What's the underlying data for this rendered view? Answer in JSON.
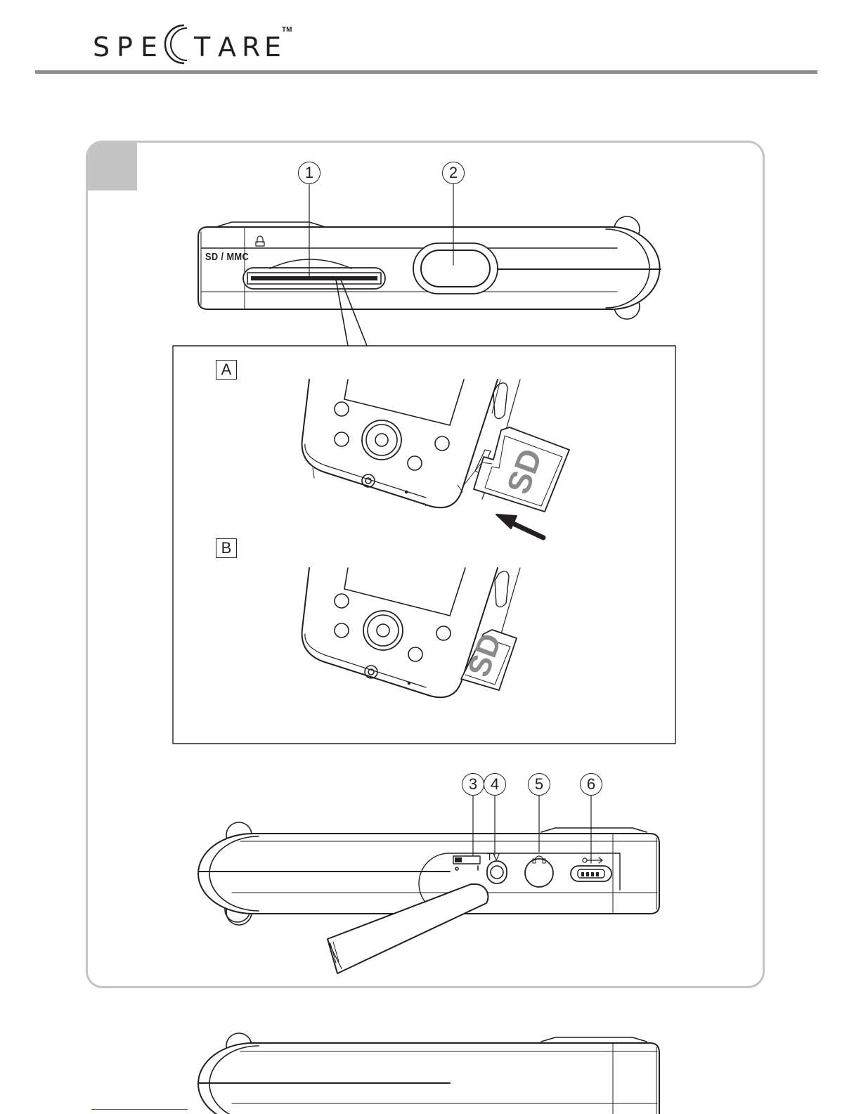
{
  "header": {
    "logo_letters": [
      "S",
      "P",
      "E",
      "C",
      "T",
      "A",
      "R",
      "E"
    ],
    "trademark": "TM"
  },
  "figure": {
    "callouts": [
      "1",
      "2",
      "3",
      "4",
      "5",
      "6"
    ],
    "slot_label": "SD / MMC",
    "steps": [
      "A",
      "B"
    ],
    "card_label": "SD",
    "tv_label": "TV"
  },
  "colors": {
    "rule": "#8d8d8d",
    "panel_border": "#c4c4c4",
    "line_art": "#231f20"
  }
}
